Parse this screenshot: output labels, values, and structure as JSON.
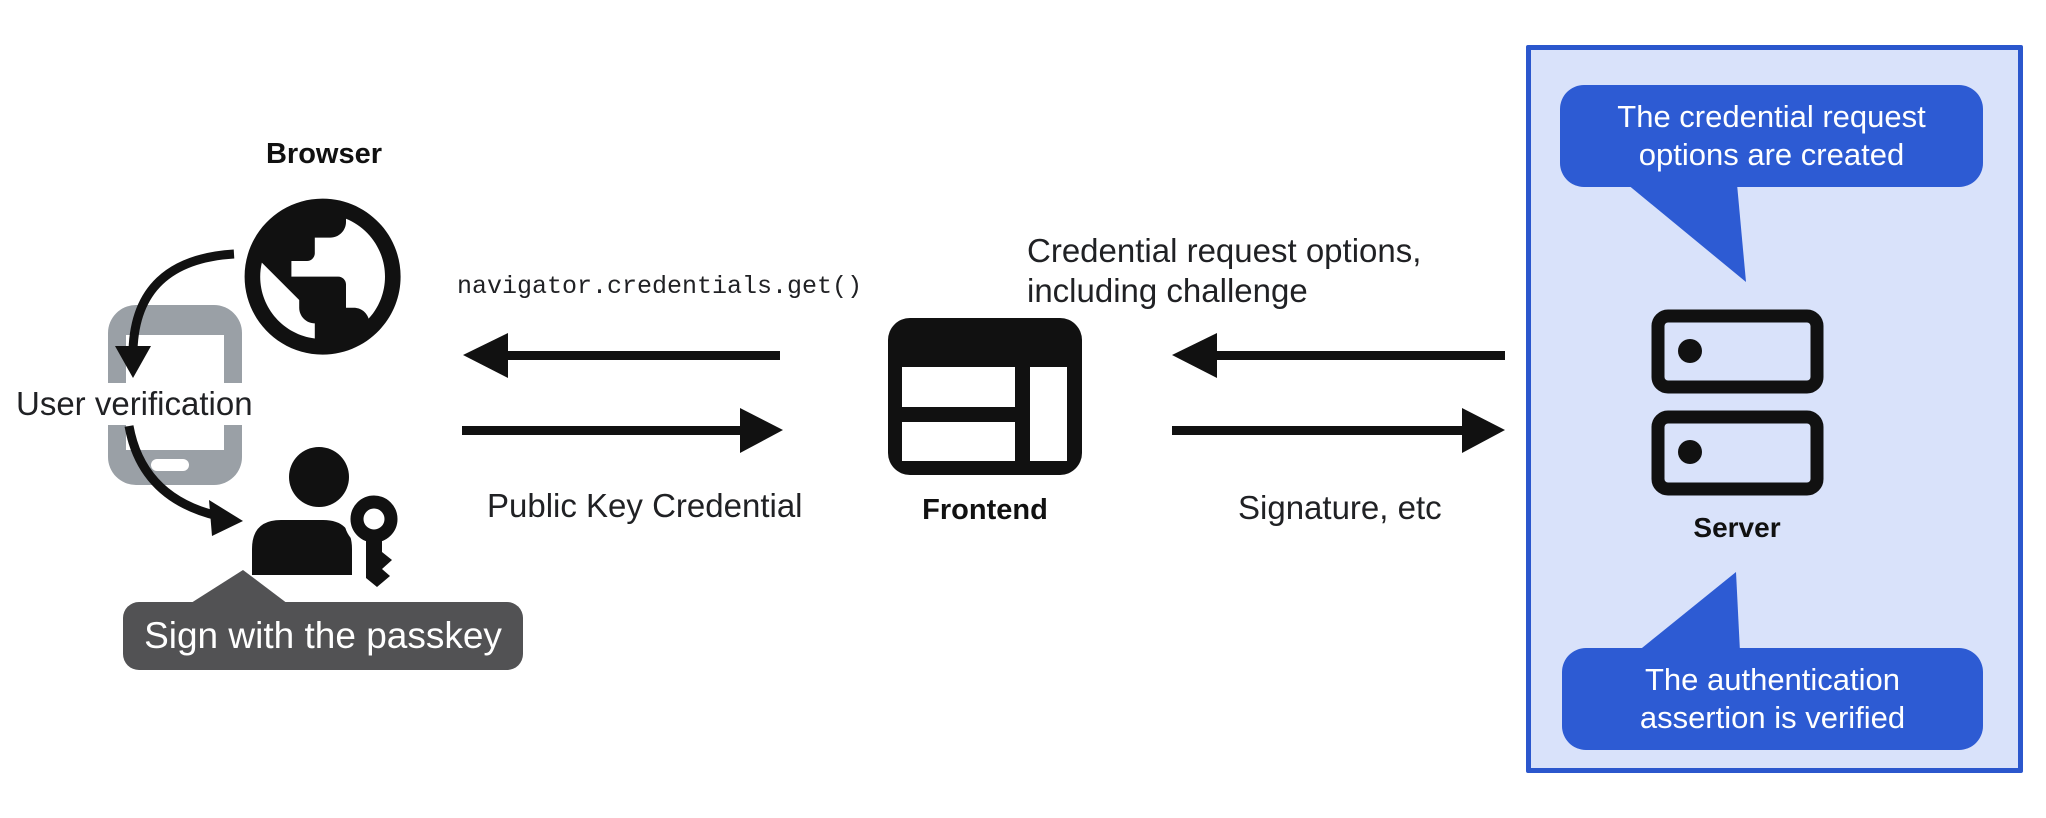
{
  "diagram": {
    "browser": {
      "label": "Browser",
      "user_verification": "User verification",
      "tooltip": "Sign with the passkey"
    },
    "frontend": {
      "label": "Frontend",
      "call_code": "navigator.credentials.get()",
      "public_key_credential": "Public Key Credential"
    },
    "server_flow": {
      "request_line1": "Credential request options,",
      "request_line2": "including challenge",
      "response": "Signature, etc"
    },
    "server": {
      "label": "Server",
      "bubble_top": {
        "line1": "The credential request",
        "line2": "options are created"
      },
      "bubble_bottom": {
        "line1": "The authentication",
        "line2": "assertion is verified"
      }
    },
    "colors": {
      "accent_blue": "#2d5bd3",
      "panel_border_blue": "#2b57cd",
      "panel_bg": "#d9e2fa",
      "tooltip_bg": "#525254",
      "phone_gray": "#9aa0a6",
      "ink": "#111111"
    }
  }
}
